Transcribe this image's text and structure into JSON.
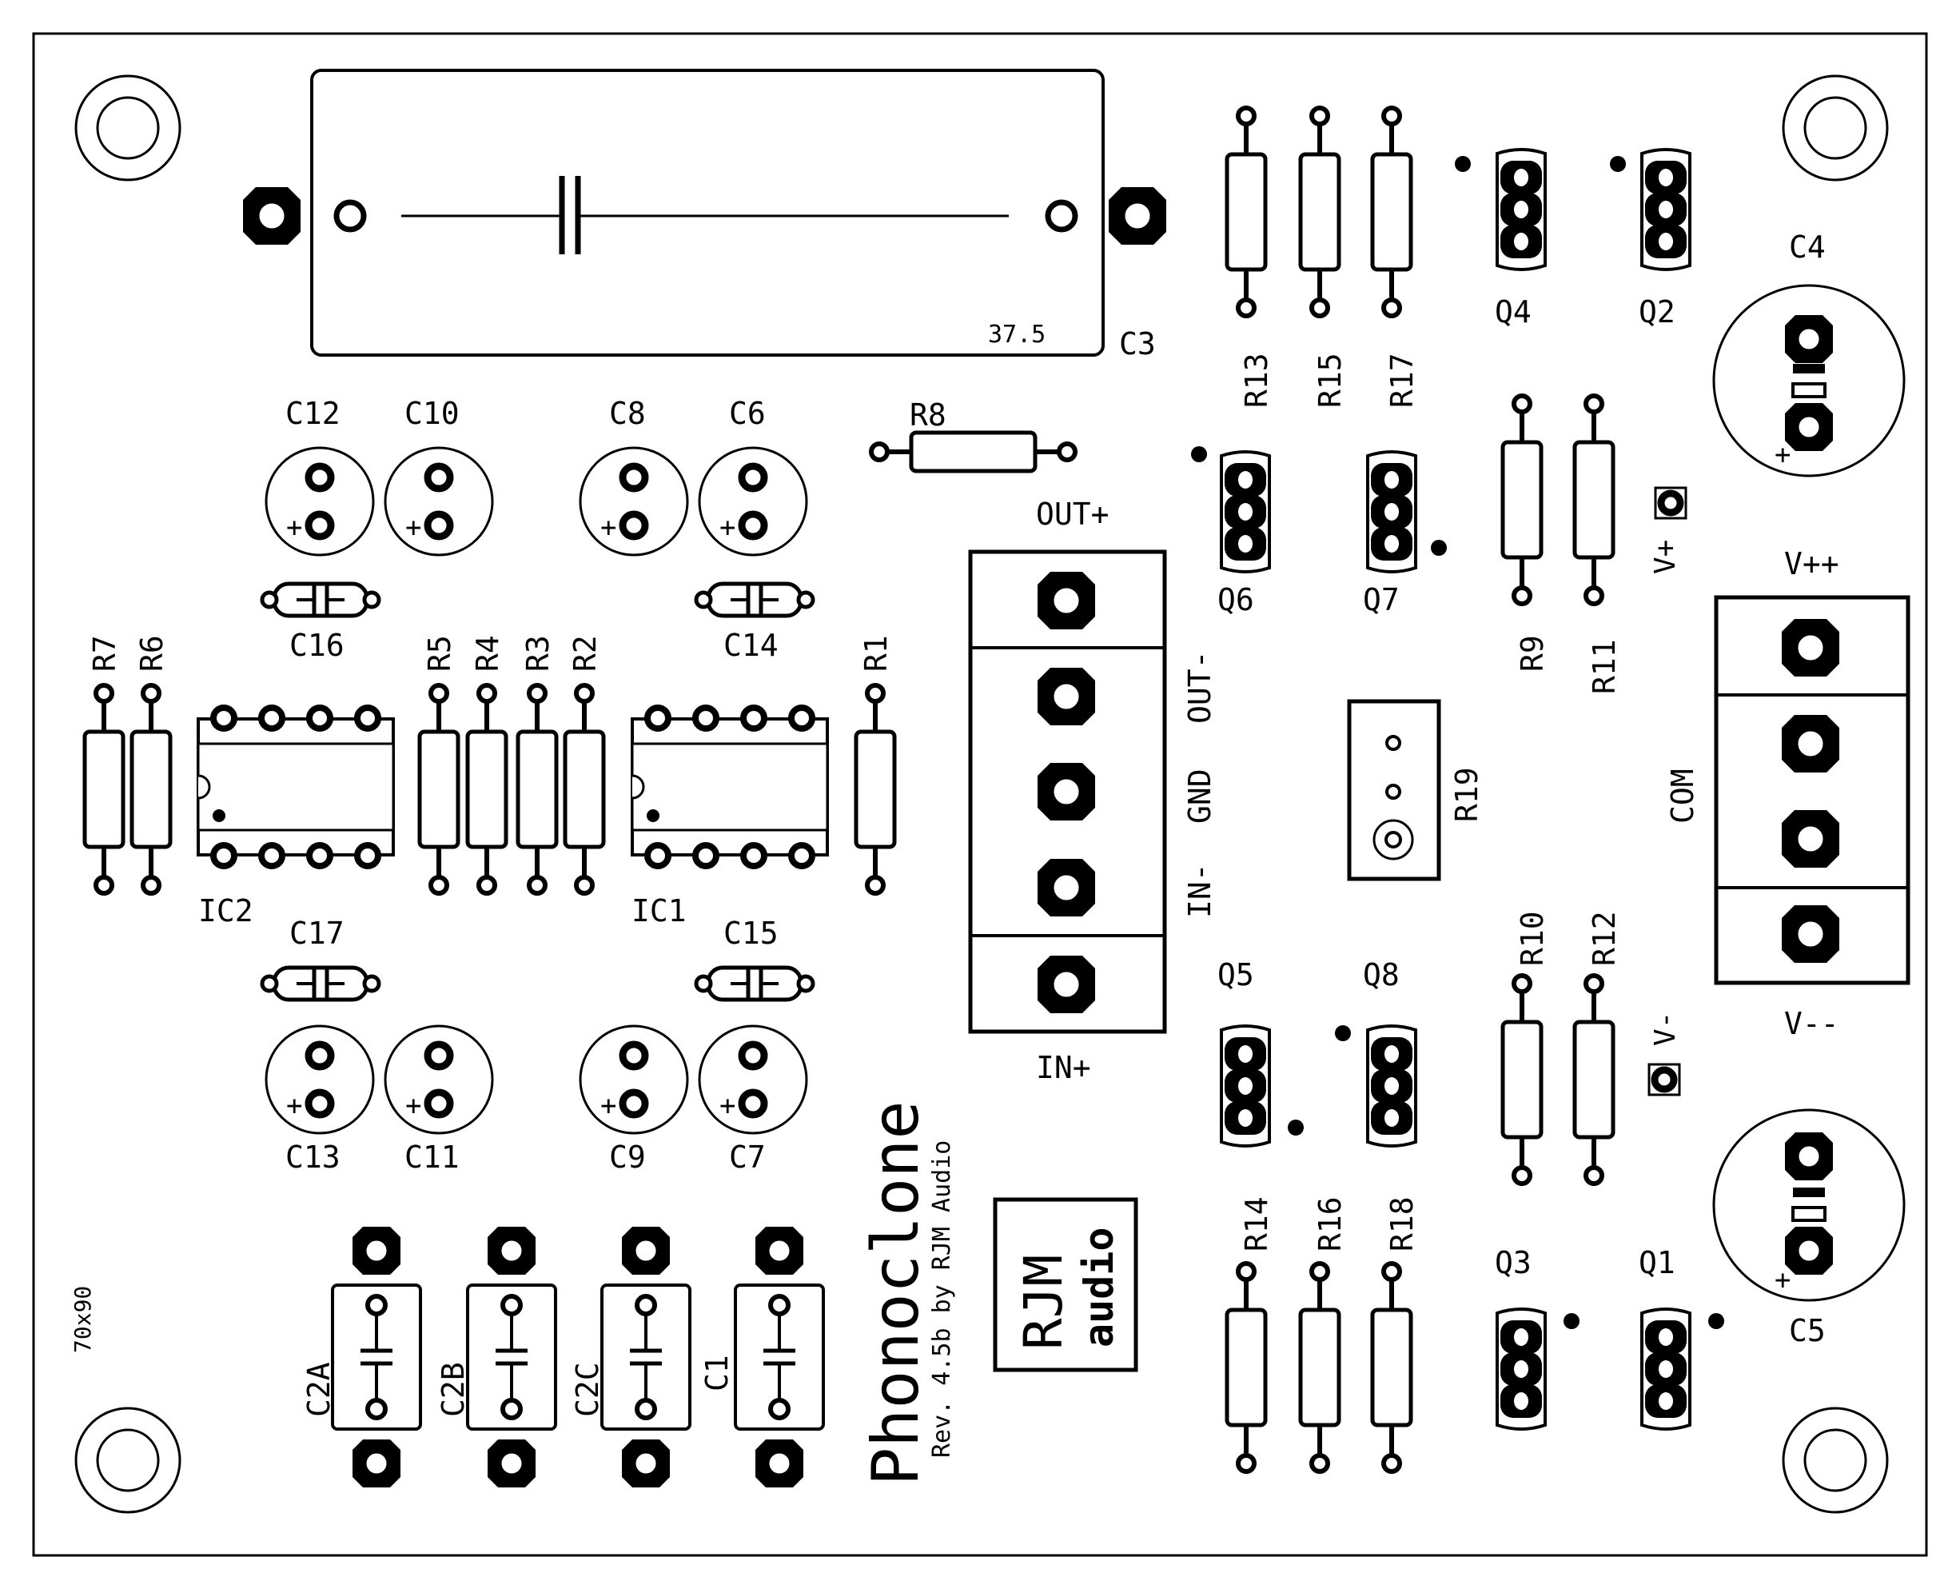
{
  "board": {
    "title": "Phonoclone",
    "revision": "Rev. 4.5b by RJM Audio",
    "size_label": "70x90",
    "logo_lines": [
      "RJM",
      "audio"
    ],
    "c3_value": "37.5"
  },
  "capacitor_labels": {
    "c3": "C3",
    "c4": "C4",
    "c5": "C5",
    "c6": "C6",
    "c7": "C7",
    "c8": "C8",
    "c9": "C9",
    "c10": "C10",
    "c11": "C11",
    "c12": "C12",
    "c13": "C13",
    "c14": "C14",
    "c15": "C15",
    "c16": "C16",
    "c17": "C17",
    "c1": "C1",
    "c2a": "C2A",
    "c2b": "C2B",
    "c2c": "C2C"
  },
  "resistor_labels": {
    "r1": "R1",
    "r2": "R2",
    "r3": "R3",
    "r4": "R4",
    "r5": "R5",
    "r6": "R6",
    "r7": "R7",
    "r8": "R8",
    "r9": "R9",
    "r10": "R10",
    "r11": "R11",
    "r12": "R12",
    "r13": "R13",
    "r14": "R14",
    "r15": "R15",
    "r16": "R16",
    "r17": "R17",
    "r18": "R18",
    "r19": "R19"
  },
  "transistor_labels": {
    "q1": "Q1",
    "q2": "Q2",
    "q3": "Q3",
    "q4": "Q4",
    "q5": "Q5",
    "q6": "Q6",
    "q7": "Q7",
    "q8": "Q8"
  },
  "ic_labels": {
    "ic1": "IC1",
    "ic2": "IC2"
  },
  "io_labels": {
    "out_plus": "OUT+",
    "out_minus": "OUT-",
    "gnd": "GND",
    "in_minus": "IN-",
    "in_plus": "IN+"
  },
  "power_labels": {
    "vpp": "V++",
    "com": "COM",
    "vmm": "V--",
    "v_plus": "V+",
    "v_minus": "V-"
  }
}
